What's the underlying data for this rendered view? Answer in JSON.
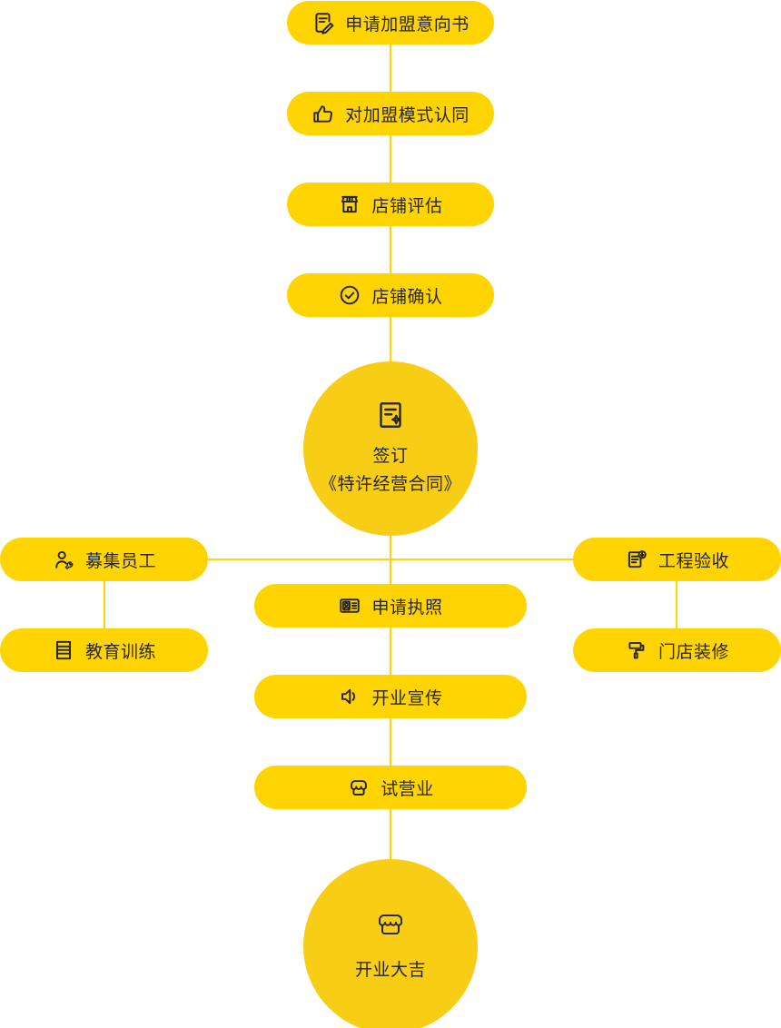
{
  "colors": {
    "pill": "#FFD400",
    "circle": "#F8CD15",
    "line": "#FFD400",
    "ink": "#262626"
  },
  "nodes": {
    "top": [
      {
        "label": "申请加盟意向书",
        "icon": "document-edit-icon"
      },
      {
        "label": "对加盟模式认同",
        "icon": "thumbs-up-icon"
      },
      {
        "label": "店铺评估",
        "icon": "storefront-awning-icon"
      },
      {
        "label": "店铺确认",
        "icon": "check-circle-icon"
      }
    ],
    "contract_circle": {
      "line1": "签订",
      "line2": "《特许经营合同》",
      "icon": "contract-seal-icon"
    },
    "left": [
      {
        "label": "募集员工",
        "icon": "person-wrench-icon"
      },
      {
        "label": "教育训练",
        "icon": "document-lines-icon"
      }
    ],
    "right": [
      {
        "label": "工程验收",
        "icon": "document-approved-icon"
      },
      {
        "label": "门店装修",
        "icon": "paint-roller-icon"
      }
    ],
    "center": [
      {
        "label": "申请执照",
        "icon": "id-card-icon"
      },
      {
        "label": "开业宣传",
        "icon": "speaker-icon"
      },
      {
        "label": "试营业",
        "icon": "shop-awning-icon"
      }
    ],
    "opening_circle": {
      "label": "开业大吉",
      "icon": "shop-big-icon"
    }
  }
}
